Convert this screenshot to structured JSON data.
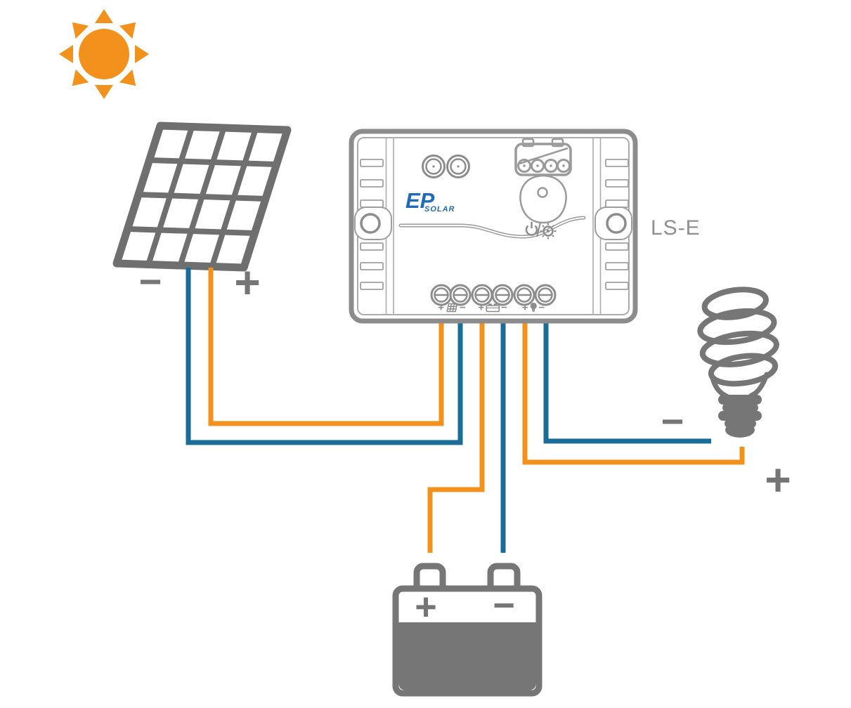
{
  "colors": {
    "wire_positive": "#F2911B",
    "wire_negative": "#1A6D96",
    "sun_orange": "#F2911B",
    "controller_gray": "#8C8C8C",
    "component_gray": "#757575",
    "logo_blue": "#1E6BB8",
    "logo_orange": "#F08300"
  },
  "sun": {
    "icon": "sun-icon"
  },
  "solar_panel": {
    "minus_label": "−",
    "plus_label": "+"
  },
  "controller": {
    "model_label": "LS-E",
    "logo": {
      "ep": "EP",
      "solar": "SOLAR"
    },
    "terminals": {
      "pv": {
        "plus": "+",
        "minus": "−",
        "icon": "solar-panel-icon"
      },
      "battery": {
        "plus": "+",
        "minus": "−",
        "icon": "battery-icon"
      },
      "load": {
        "plus": "+",
        "minus": "−",
        "icon": "lamp-icon"
      }
    }
  },
  "battery": {
    "plus_label": "+",
    "minus_label": "−"
  },
  "lamp": {
    "minus_label": "−",
    "plus_label": "+"
  }
}
